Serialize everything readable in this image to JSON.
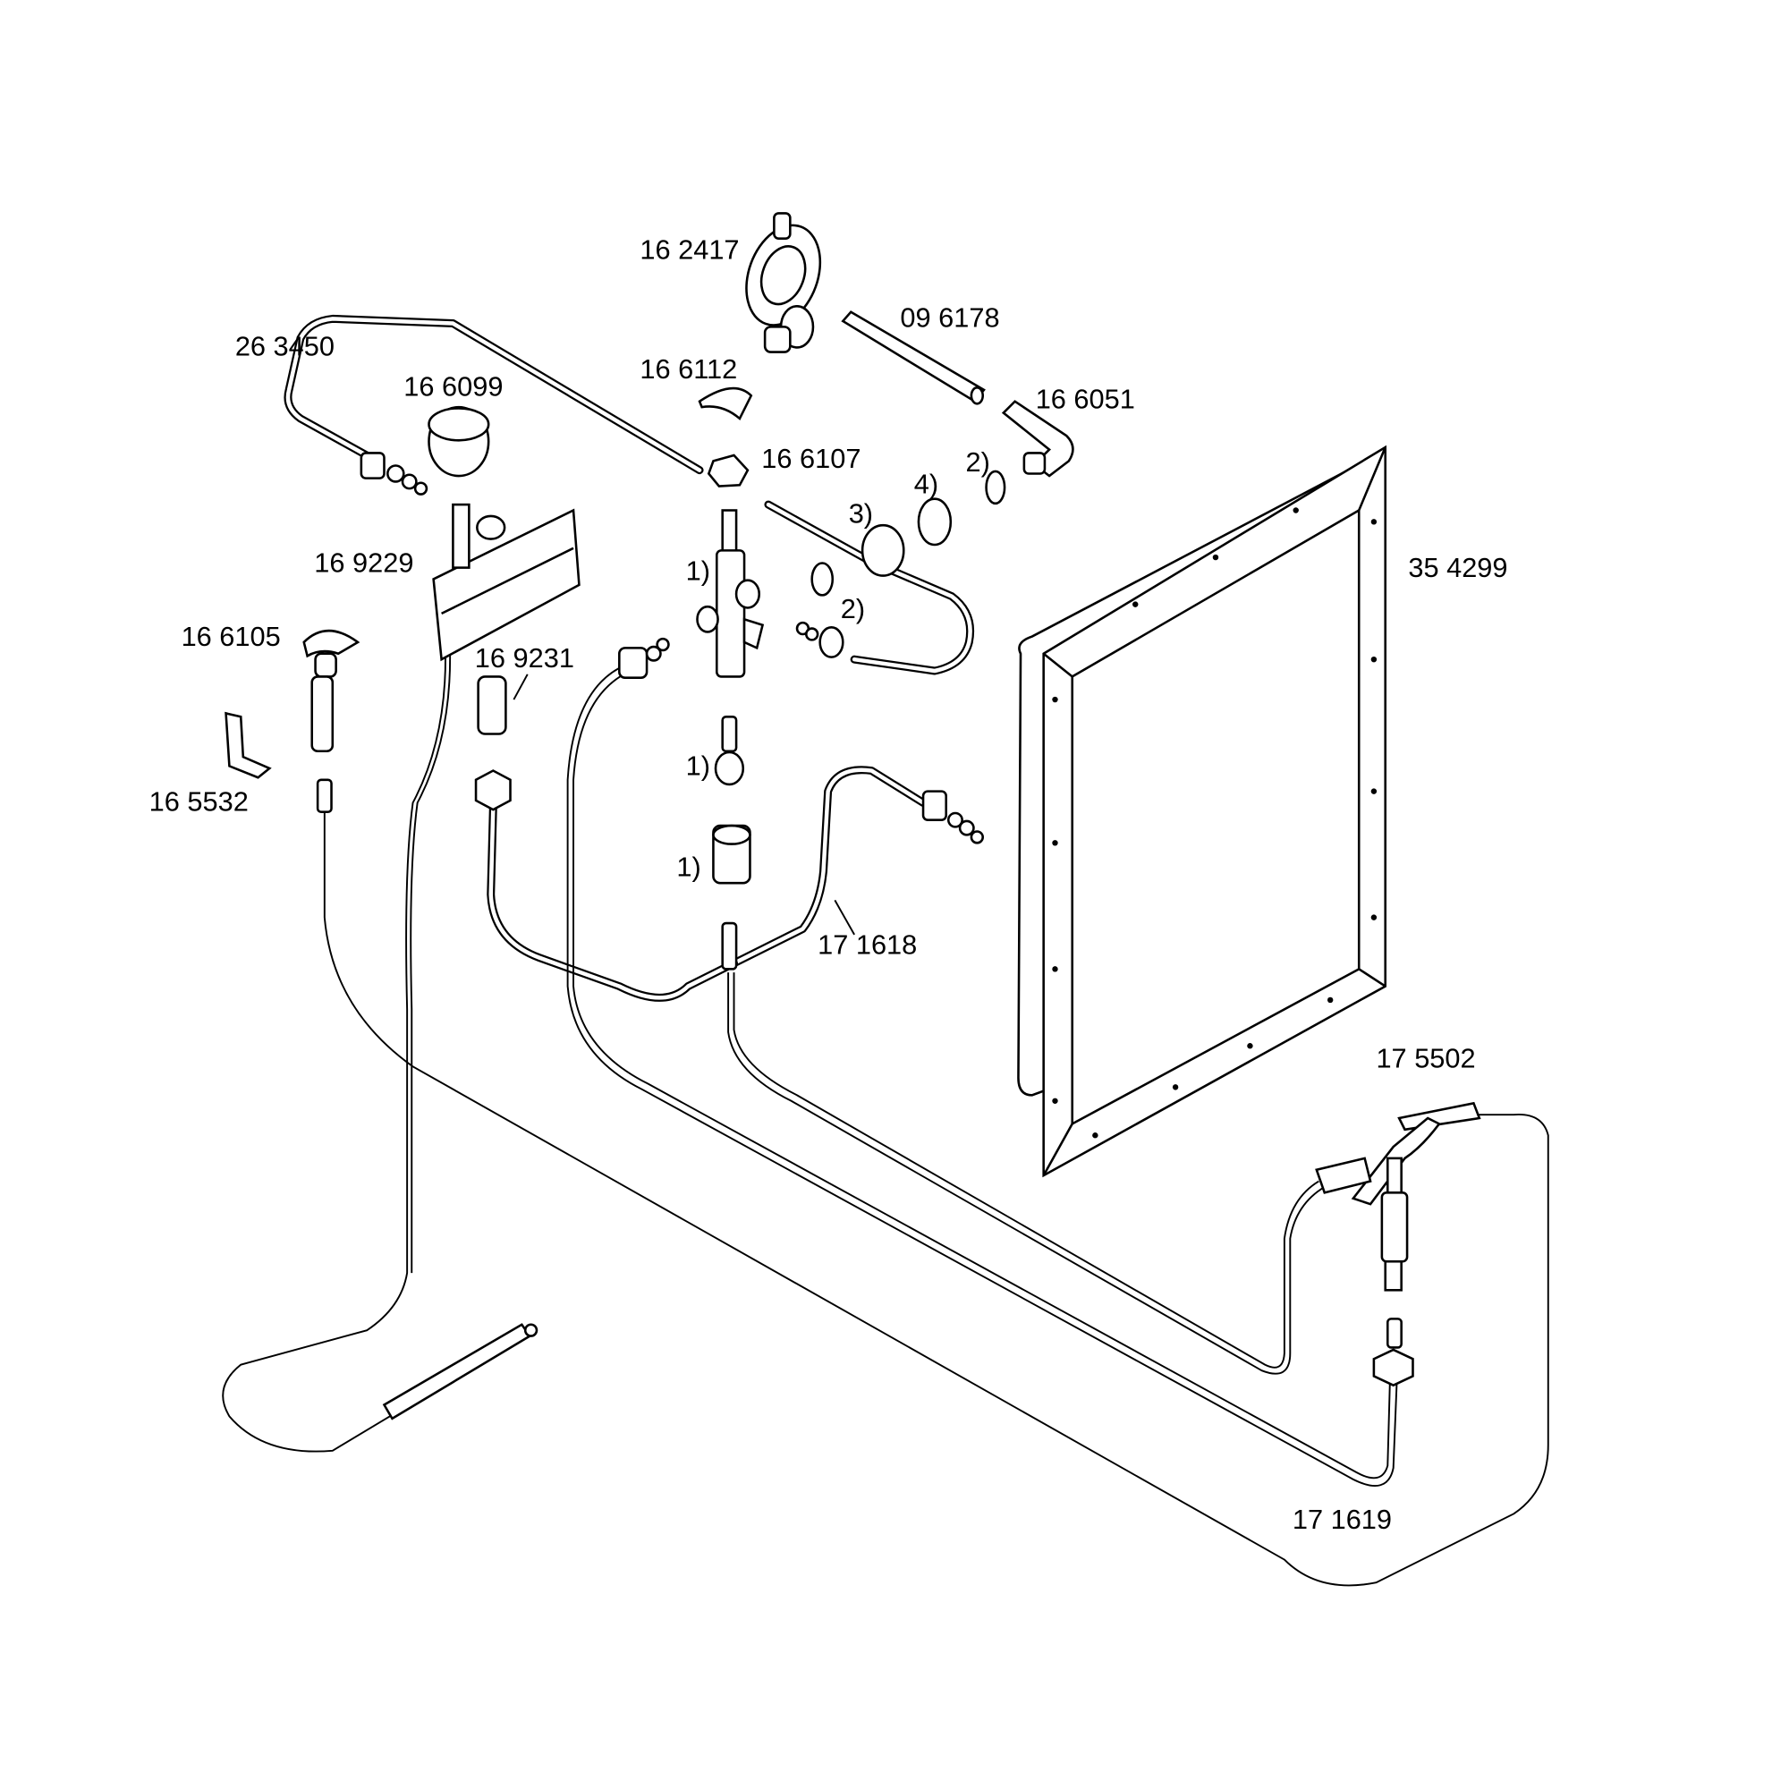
{
  "diagram": {
    "parts": [
      {
        "id": "16 2417"
      },
      {
        "id": "09 6178"
      },
      {
        "id": "26 3450"
      },
      {
        "id": "16 6112"
      },
      {
        "id": "16 6099"
      },
      {
        "id": "16 6051"
      },
      {
        "id": "16 6107"
      },
      {
        "id": "16 9229"
      },
      {
        "id": "35 4299"
      },
      {
        "id": "16 6105"
      },
      {
        "id": "16 9231"
      },
      {
        "id": "16 5532"
      },
      {
        "id": "17 1618"
      },
      {
        "id": "17 5502"
      },
      {
        "id": "17 1619"
      }
    ],
    "notes": [
      "1)",
      "1)",
      "1)",
      "2)",
      "2)",
      "3)",
      "4)"
    ],
    "colors": {
      "line": "#000000",
      "background": "#ffffff",
      "mesh": "#bdbdbd"
    }
  }
}
